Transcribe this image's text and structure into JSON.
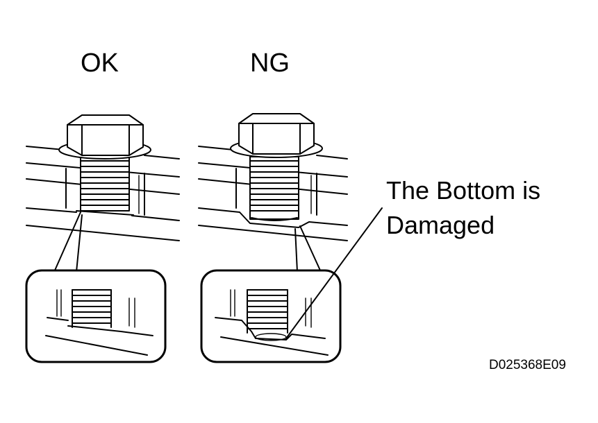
{
  "labels": {
    "ok": "OK",
    "ng": "NG",
    "callout_line1": "The Bottom is",
    "callout_line2": "Damaged",
    "figure_code": "D025368E09"
  }
}
